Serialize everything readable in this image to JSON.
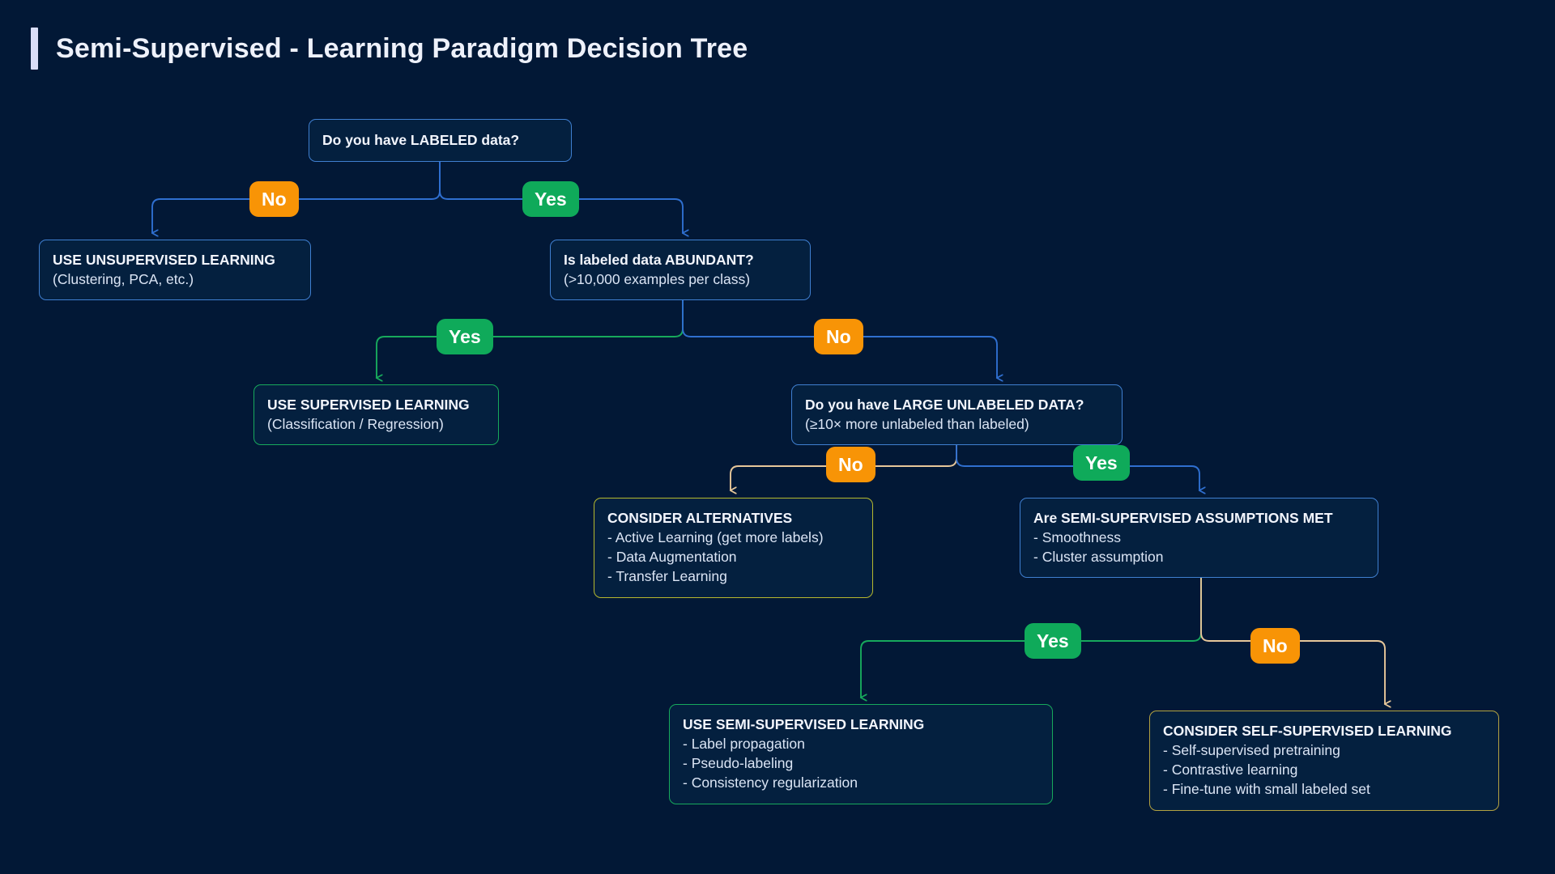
{
  "header": {
    "title": "Semi-Supervised - Learning Paradigm Decision Tree",
    "accent_color": "#d9ddf7"
  },
  "theme": {
    "background": "#021836",
    "node_fill": "#04203f",
    "edge_blue": "#2f6fd0",
    "edge_green": "#17a95c",
    "edge_tan": "#e7c79a",
    "badge_yes": "#0faa5a",
    "badge_no": "#f89406",
    "text_primary": "#f2f5fd",
    "text_secondary": "#dbe5f5"
  },
  "diagram": {
    "type": "decision-tree",
    "nodes": [
      {
        "id": "q-labeled",
        "kind": "decision",
        "border": "blue",
        "lines": [
          {
            "text": "Do you have LABELED data?",
            "bold": true
          }
        ]
      },
      {
        "id": "r-unsupervised",
        "kind": "outcome",
        "border": "blue",
        "lines": [
          {
            "text": "USE UNSUPERVISED LEARNING",
            "bold": true
          },
          {
            "text": "(Clustering, PCA, etc.)",
            "bold": false
          }
        ]
      },
      {
        "id": "q-abundant",
        "kind": "decision",
        "border": "blue",
        "lines": [
          {
            "text": "Is labeled data ABUNDANT?",
            "bold": true
          },
          {
            "text": "(>10,000 examples per class)",
            "bold": false
          }
        ]
      },
      {
        "id": "r-supervised",
        "kind": "outcome",
        "border": "green",
        "lines": [
          {
            "text": "USE SUPERVISED LEARNING",
            "bold": true
          },
          {
            "text": "(Classification / Regression)",
            "bold": false
          }
        ]
      },
      {
        "id": "q-unlabeled",
        "kind": "decision",
        "border": "blue",
        "lines": [
          {
            "text": "Do you have LARGE UNLABELED DATA?",
            "bold": true
          },
          {
            "text": "(≥10× more unlabeled than labeled)",
            "bold": false
          }
        ]
      },
      {
        "id": "r-alternatives",
        "kind": "outcome",
        "border": "yellow",
        "lines": [
          {
            "text": "CONSIDER ALTERNATIVES",
            "bold": true
          },
          {
            "text": "- Active Learning (get more labels)",
            "bold": false
          },
          {
            "text": "- Data Augmentation",
            "bold": false
          },
          {
            "text": "- Transfer Learning",
            "bold": false
          }
        ]
      },
      {
        "id": "q-assumptions",
        "kind": "decision",
        "border": "blue",
        "lines": [
          {
            "text": "Are SEMI-SUPERVISED ASSUMPTIONS MET",
            "bold": true
          },
          {
            "text": "- Smoothness",
            "bold": false
          },
          {
            "text": "- Cluster assumption",
            "bold": false
          }
        ]
      },
      {
        "id": "r-semisupervised",
        "kind": "outcome",
        "border": "green",
        "lines": [
          {
            "text": "USE SEMI-SUPERVISED LEARNING",
            "bold": true
          },
          {
            "text": "- Label propagation",
            "bold": false
          },
          {
            "text": "- Pseudo-labeling",
            "bold": false
          },
          {
            "text": "- Consistency regularization",
            "bold": false
          }
        ]
      },
      {
        "id": "r-selfsupervised",
        "kind": "outcome",
        "border": "tan",
        "lines": [
          {
            "text": "CONSIDER SELF-SUPERVISED LEARNING",
            "bold": true
          },
          {
            "text": "- Self-supervised pretraining",
            "bold": false
          },
          {
            "text": "- Contrastive learning",
            "bold": false
          },
          {
            "text": "- Fine-tune with small labeled set",
            "bold": false
          }
        ]
      }
    ],
    "edge_labels": [
      {
        "id": "lbl-labeled-no",
        "text": "No",
        "variant": "no"
      },
      {
        "id": "lbl-labeled-yes",
        "text": "Yes",
        "variant": "yes"
      },
      {
        "id": "lbl-abundant-yes",
        "text": "Yes",
        "variant": "yes"
      },
      {
        "id": "lbl-abundant-no",
        "text": "No",
        "variant": "no"
      },
      {
        "id": "lbl-unlabeled-no",
        "text": "No",
        "variant": "no"
      },
      {
        "id": "lbl-unlabeled-yes",
        "text": "Yes",
        "variant": "yes"
      },
      {
        "id": "lbl-assumptions-yes",
        "text": "Yes",
        "variant": "yes"
      },
      {
        "id": "lbl-assumptions-no",
        "text": "No",
        "variant": "no"
      }
    ]
  }
}
